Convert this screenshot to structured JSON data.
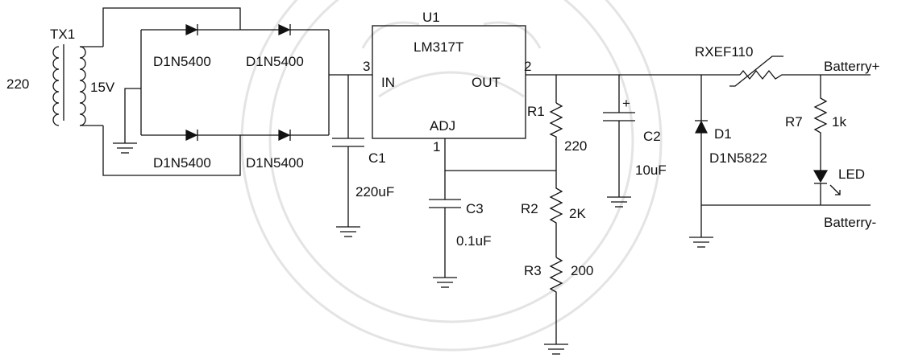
{
  "labels": {
    "tx1": "TX1",
    "primary": "220",
    "secondary": "15V",
    "d_tl": "D1N5400",
    "d_tr": "D1N5400",
    "d_bl": "D1N5400",
    "d_br": "D1N5400",
    "u1": "U1",
    "u1_model": "LM317T",
    "pin_in_num": "3",
    "pin_in": "IN",
    "pin_out": "OUT",
    "pin_out_num": "2",
    "pin_adj": "ADJ",
    "pin_adj_num": "1",
    "c1": "C1",
    "c1_val": "220uF",
    "c3": "C3",
    "c3_val": "0.1uF",
    "r1": "R1",
    "r1_val": "220",
    "r2": "R2",
    "r2_val": "2K",
    "r3": "R3",
    "r3_val": "200",
    "c2": "C2",
    "c2_val": "10uF",
    "c2_plus": "+",
    "d1": "D1",
    "d1_val": "D1N5822",
    "ptc": "RXEF110",
    "r7": "R7",
    "r7_val": "1k",
    "led": "LED",
    "bat_pos": "Batterry+",
    "bat_neg": "Batterry-"
  },
  "colors": {
    "wire": "#111111",
    "watermark": "#e4e4e4",
    "background": "#ffffff"
  }
}
